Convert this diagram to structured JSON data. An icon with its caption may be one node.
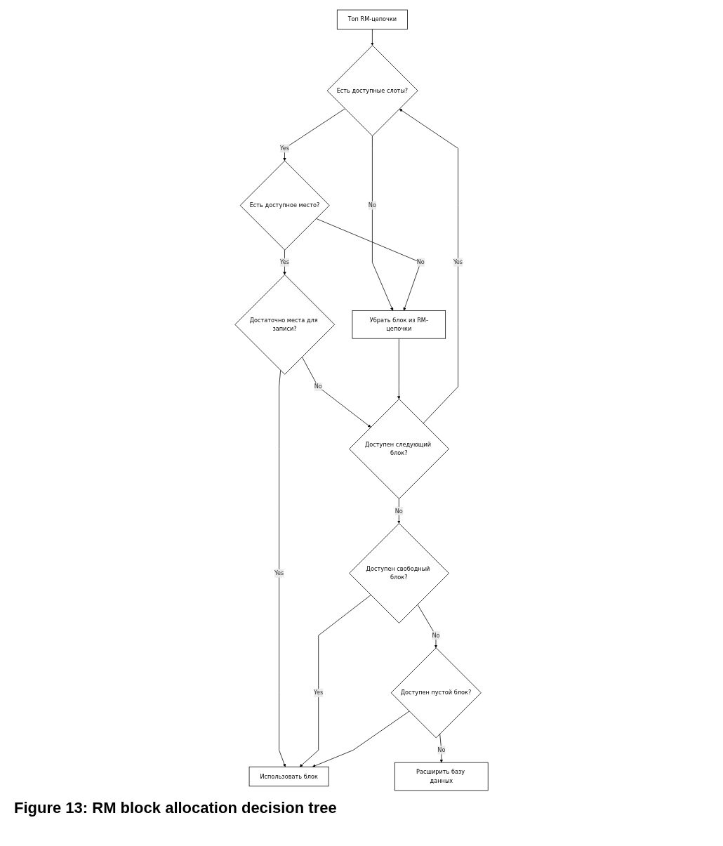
{
  "diagram": {
    "caption": "Figure 13: RM block allocation decision tree",
    "nodes": [
      {
        "text": [
          "Топ RM-цепочки"
        ]
      },
      {
        "text": [
          "Есть доступные слоты?"
        ]
      },
      {
        "text": [
          "Убрать блок из RM-цепочки"
        ]
      },
      {
        "text": [
          "Доступен следующий блок?"
        ]
      },
      {
        "text": [
          "Есть доступное место?"
        ]
      },
      {
        "text": [
          "Доступен свободный блок?"
        ]
      },
      {
        "text": [
          "Достаточно места для записи?"
        ]
      },
      {
        "text": [
          "Использовать блок"
        ]
      },
      {
        "text": [
          "Доступен пустой блок?"
        ]
      },
      {
        "text": [
          "Расширить базу данных"
        ]
      }
    ],
    "edges": [
      {
        "from": 0,
        "to": 1,
        "arrow": "to"
      },
      {
        "from": 1,
        "to": 2,
        "arrow": "to",
        "label": "No"
      },
      {
        "from": 1,
        "to": 4,
        "arrow": "to",
        "label": "Yes"
      },
      {
        "from": 4,
        "to": 2,
        "arrow": "to",
        "label": "No"
      },
      {
        "from": 4,
        "to": 6,
        "arrow": "to",
        "label": "Yes"
      },
      {
        "from": 6,
        "to": 3,
        "arrow": "to",
        "label": "No"
      },
      {
        "from": 6,
        "to": 7,
        "arrow": "to",
        "label": "Yes"
      },
      {
        "from": 2,
        "to": 3,
        "arrow": "to"
      },
      {
        "from": 3,
        "to": 1,
        "arrow": "to",
        "label": "Yes"
      },
      {
        "from": 3,
        "to": 5,
        "arrow": "to",
        "label": "No"
      },
      {
        "from": 5,
        "to": 7,
        "arrow": "to",
        "label": "Yes"
      },
      {
        "from": 5,
        "to": 8,
        "arrow": "to",
        "label": "No"
      },
      {
        "from": 8,
        "to": 7,
        "arrow": "to"
      },
      {
        "from": 8,
        "to": 9,
        "arrow": "to",
        "label": "No"
      }
    ]
  }
}
